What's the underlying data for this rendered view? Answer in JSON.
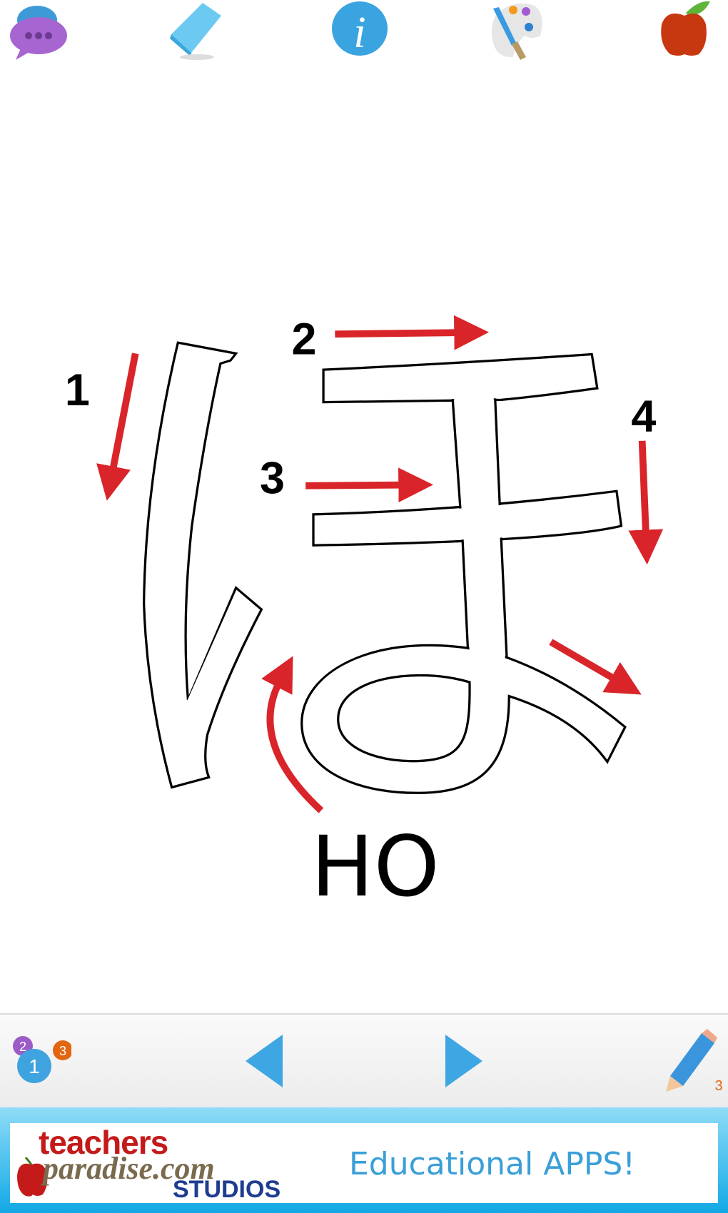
{
  "top_toolbar": {
    "icons": [
      "chat-bubble-icon",
      "eraser-icon",
      "info-icon",
      "palette-icon",
      "apple-icon"
    ]
  },
  "character": {
    "kana": "ほ",
    "romaji": "HO",
    "stroke_numbers": [
      "1",
      "2",
      "3",
      "4"
    ],
    "stroke_color": "#000000",
    "arrow_color": "#d9252a"
  },
  "bottom_toolbar": {
    "order_icon_numbers": [
      "1",
      "2",
      "3"
    ],
    "pencil_badge": "3",
    "icons": [
      "stroke-order-icon",
      "previous-arrow-icon",
      "next-arrow-icon",
      "pencil-icon"
    ]
  },
  "ad": {
    "brand_line1": "teachers",
    "brand_line2": "paradise.com",
    "brand_line3": "STUDIOS",
    "slogan": "Educational APPS!"
  }
}
